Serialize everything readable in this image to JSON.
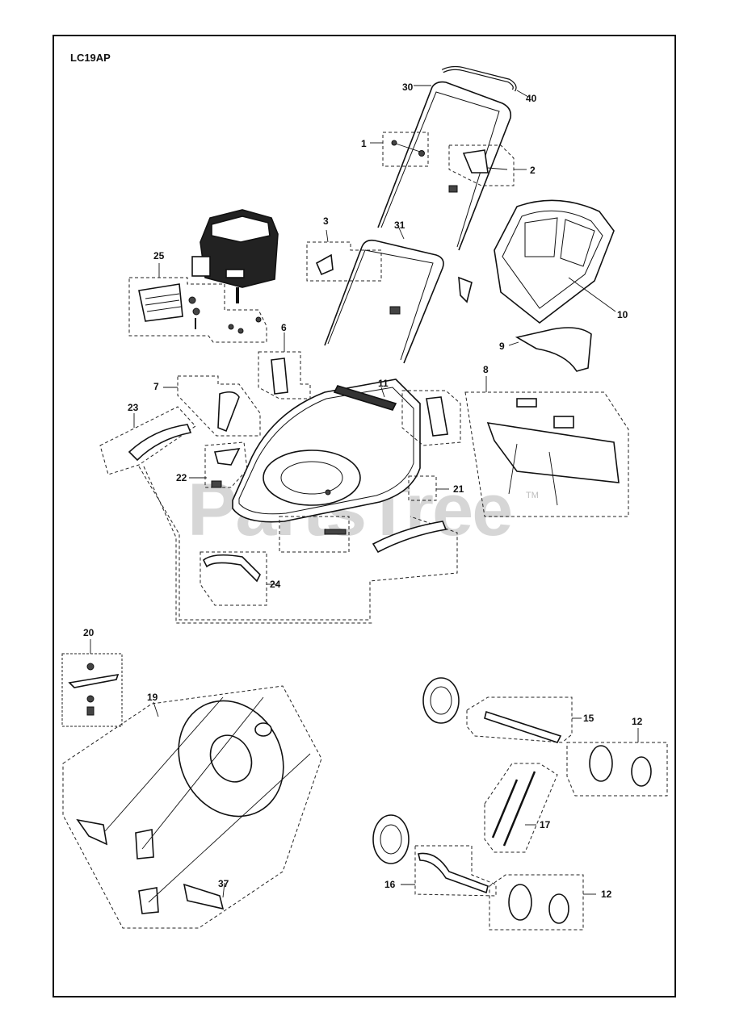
{
  "diagram": {
    "model_code": "LC19AP",
    "watermark": "PartsTree",
    "watermark_tm": "TM",
    "part_labels": {
      "p1": "1",
      "p2": "2",
      "p3": "3",
      "p6": "6",
      "p7": "7",
      "p8": "8",
      "p9": "9",
      "p10": "10",
      "p11": "11",
      "p12a": "12",
      "p12b": "12",
      "p15": "15",
      "p16": "16",
      "p17": "17",
      "p19": "19",
      "p20": "20",
      "p21": "21",
      "p22": "22",
      "p23": "23",
      "p24": "24",
      "p25": "25",
      "p30": "30",
      "p31": "31",
      "p37": "37",
      "p40": "40"
    }
  }
}
